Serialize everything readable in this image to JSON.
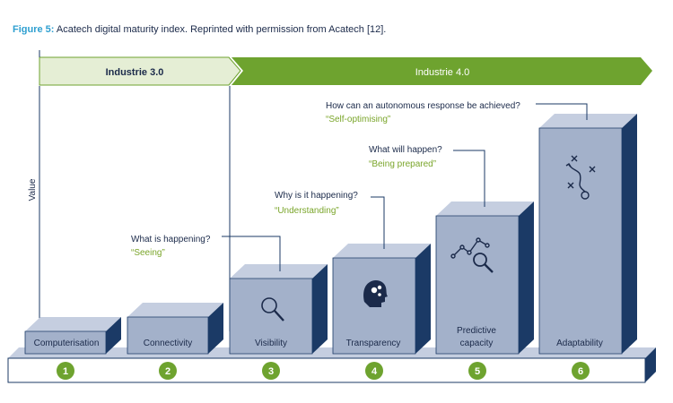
{
  "caption": {
    "figure_label": "Figure 5:",
    "text": "Acatech digital maturity index. Reprinted with permission from Acatech [12]."
  },
  "phases": [
    {
      "label": "Industrie 3.0"
    },
    {
      "label": "Industrie 4.0"
    }
  ],
  "axis": {
    "ylabel": "Value"
  },
  "stages": [
    {
      "number": "1",
      "label": "Computerisation"
    },
    {
      "number": "2",
      "label": "Connectivity"
    },
    {
      "number": "3",
      "label": "Visibility",
      "question": "What is happening?",
      "answer": "“Seeing”",
      "icon": "magnifier-icon"
    },
    {
      "number": "4",
      "label": "Transparency",
      "question": "Why is it happening?",
      "answer": "“Understanding”",
      "icon": "brain-gears-icon"
    },
    {
      "number": "5",
      "label_lines": [
        "Predictive",
        "capacity"
      ],
      "question": "What will happen?",
      "answer": "“Being prepared”",
      "icon": "trend-analysis-icon"
    },
    {
      "number": "6",
      "label": "Adaptability",
      "question": "How can an autonomous response be achieved?",
      "answer": "“Self-optimising”",
      "icon": "strategy-play-icon"
    }
  ],
  "colors": {
    "navy": "#1b3a66",
    "box_face": "#a3b1ca",
    "box_top": "#c5cee0",
    "box_side": "#1b3a66",
    "green": "#6ea32f",
    "light_green": "#e5eed5",
    "answer_green": "#7aa52a"
  }
}
